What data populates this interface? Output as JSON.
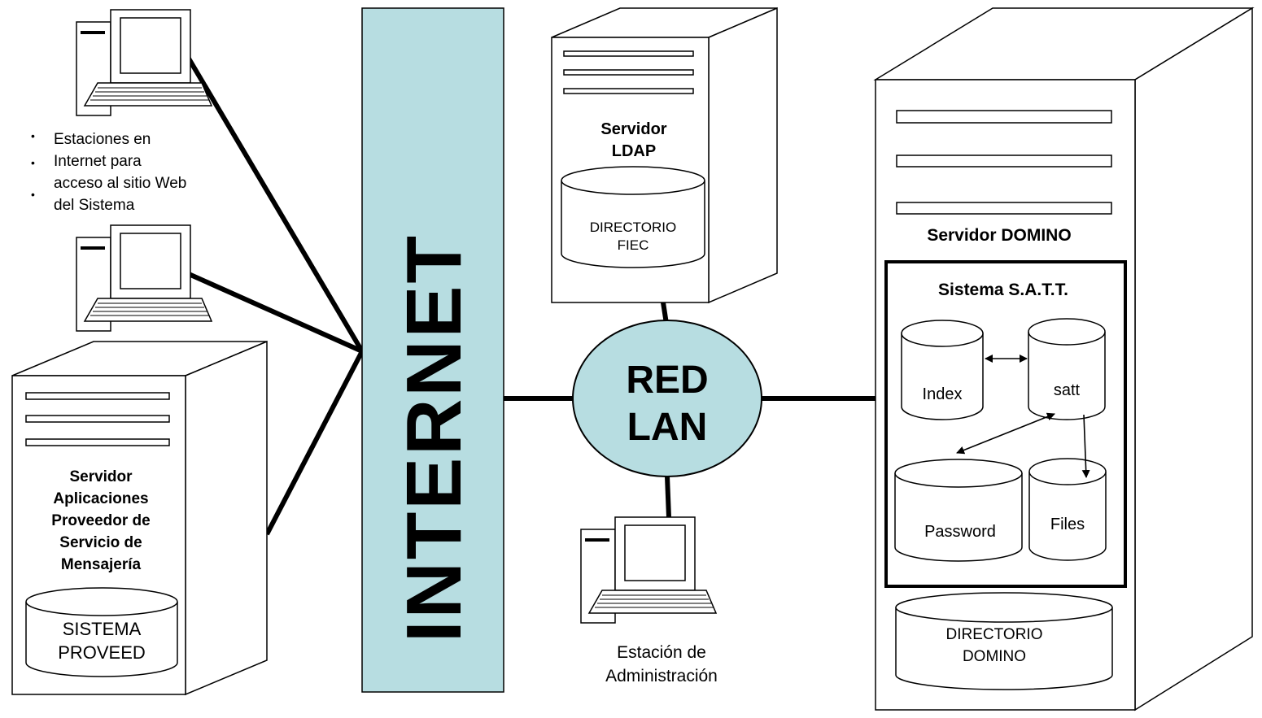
{
  "internet": {
    "label": "INTERNET",
    "fill": "#b7dde1"
  },
  "red_lan": {
    "line1": "RED",
    "line2": "LAN",
    "fill": "#b7dde1"
  },
  "stations": {
    "caption_lines": [
      "Estaciones en",
      "Internet para",
      "acceso al sitio Web",
      "del Sistema"
    ]
  },
  "servidor_ldap": {
    "title_lines": [
      "Servidor",
      "LDAP"
    ],
    "db_label_lines": [
      "DIRECTORIO",
      "FIEC"
    ]
  },
  "servidor_proveedor": {
    "title_lines": [
      "Servidor",
      "Aplicaciones",
      "Proveedor de",
      "Servicio de",
      "Mensajería"
    ],
    "db_label_lines": [
      "SISTEMA",
      "PROVEED"
    ]
  },
  "estacion_admin": {
    "caption_lines": [
      "Estación de",
      "Administración"
    ]
  },
  "servidor_domino": {
    "title": "Servidor DOMINO",
    "system_title": "Sistema S.A.T.T.",
    "databases": {
      "index": "Index",
      "satt": "satt",
      "password": "Password",
      "files": "Files"
    },
    "directory_lines": [
      "DIRECTORIO",
      "DOMINO"
    ]
  }
}
